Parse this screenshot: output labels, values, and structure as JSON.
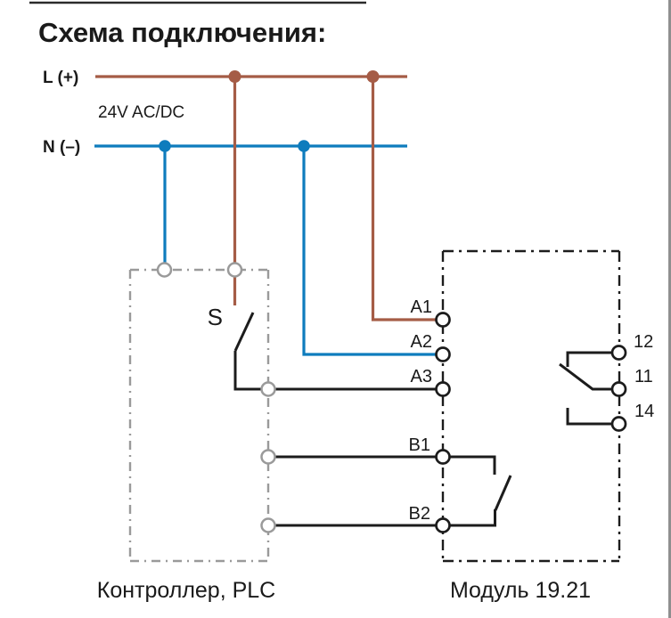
{
  "title": "Схема подключения:",
  "power": {
    "l_label": "L (+)",
    "n_label": "N (–)",
    "voltage": "24V AC/DC",
    "l_color": "#a55c46",
    "n_color": "#0e7cbd"
  },
  "switch": {
    "label": "S"
  },
  "plc": {
    "caption": "Контроллер, PLC"
  },
  "module": {
    "caption": "Модуль 19.21",
    "left_terminals": [
      "A1",
      "A2",
      "A3",
      "B1",
      "B2"
    ],
    "contact_terminals": [
      "12",
      "11",
      "14"
    ]
  }
}
